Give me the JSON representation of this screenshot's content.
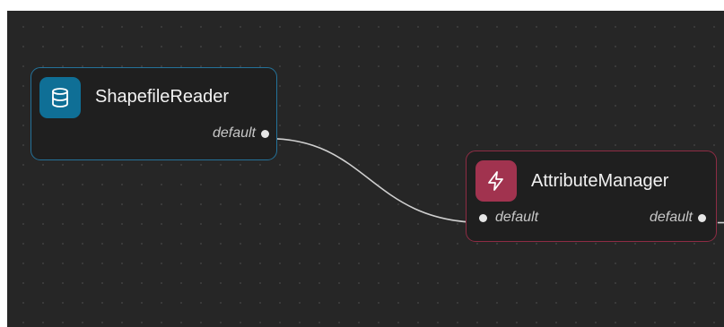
{
  "canvas": {
    "background": "#262626"
  },
  "nodes": [
    {
      "title": "ShapefileReader",
      "icon": "database-icon",
      "accent": "#0f6f96",
      "border": "#24729a",
      "output_port": "default"
    },
    {
      "title": "AttributeManager",
      "icon": "lightning-icon",
      "accent": "#a1334f",
      "border": "#8e2c44",
      "input_port": "default",
      "output_port": "default"
    }
  ],
  "edges": [
    {
      "from": "ShapefileReader.default",
      "to": "AttributeManager.default"
    }
  ]
}
